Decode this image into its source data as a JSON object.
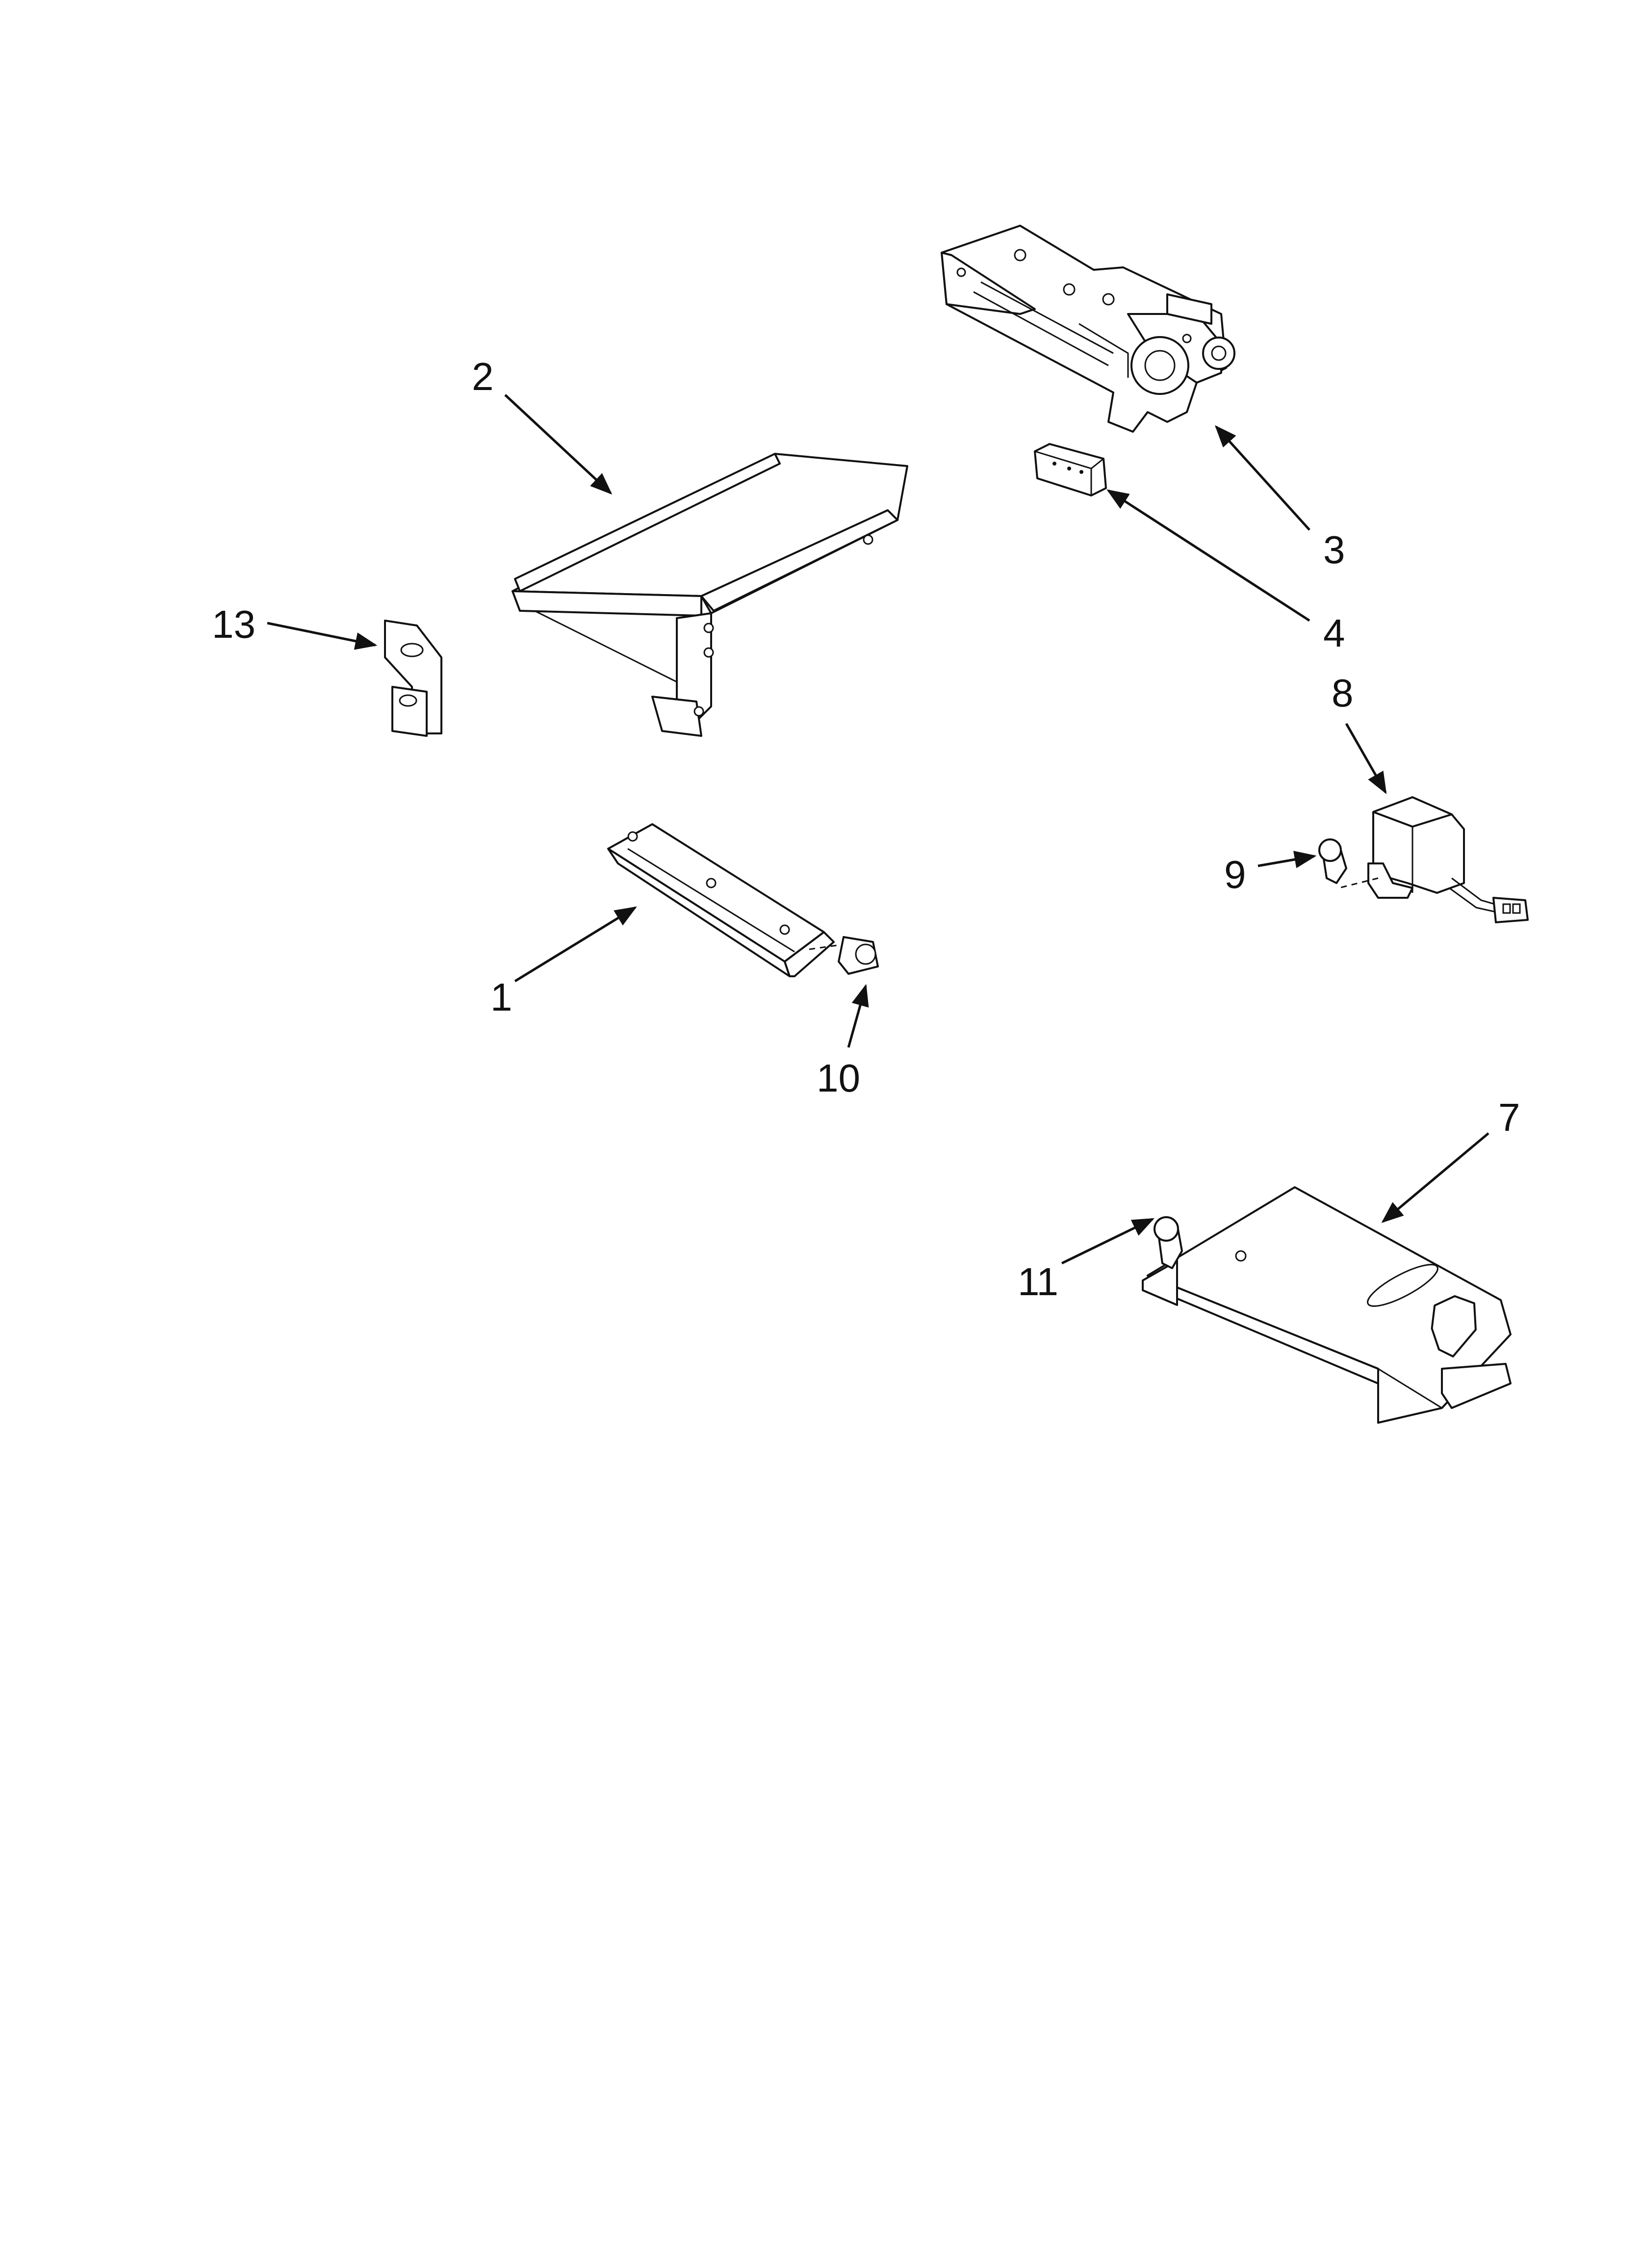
{
  "callouts": [
    {
      "id": "1",
      "text": "1"
    },
    {
      "id": "2",
      "text": "2"
    },
    {
      "id": "3",
      "text": "3"
    },
    {
      "id": "4",
      "text": "4"
    },
    {
      "id": "7",
      "text": "7"
    },
    {
      "id": "8",
      "text": "8"
    },
    {
      "id": "9",
      "text": "9"
    },
    {
      "id": "10",
      "text": "10"
    },
    {
      "id": "11",
      "text": "11"
    },
    {
      "id": "13",
      "text": "13"
    }
  ]
}
